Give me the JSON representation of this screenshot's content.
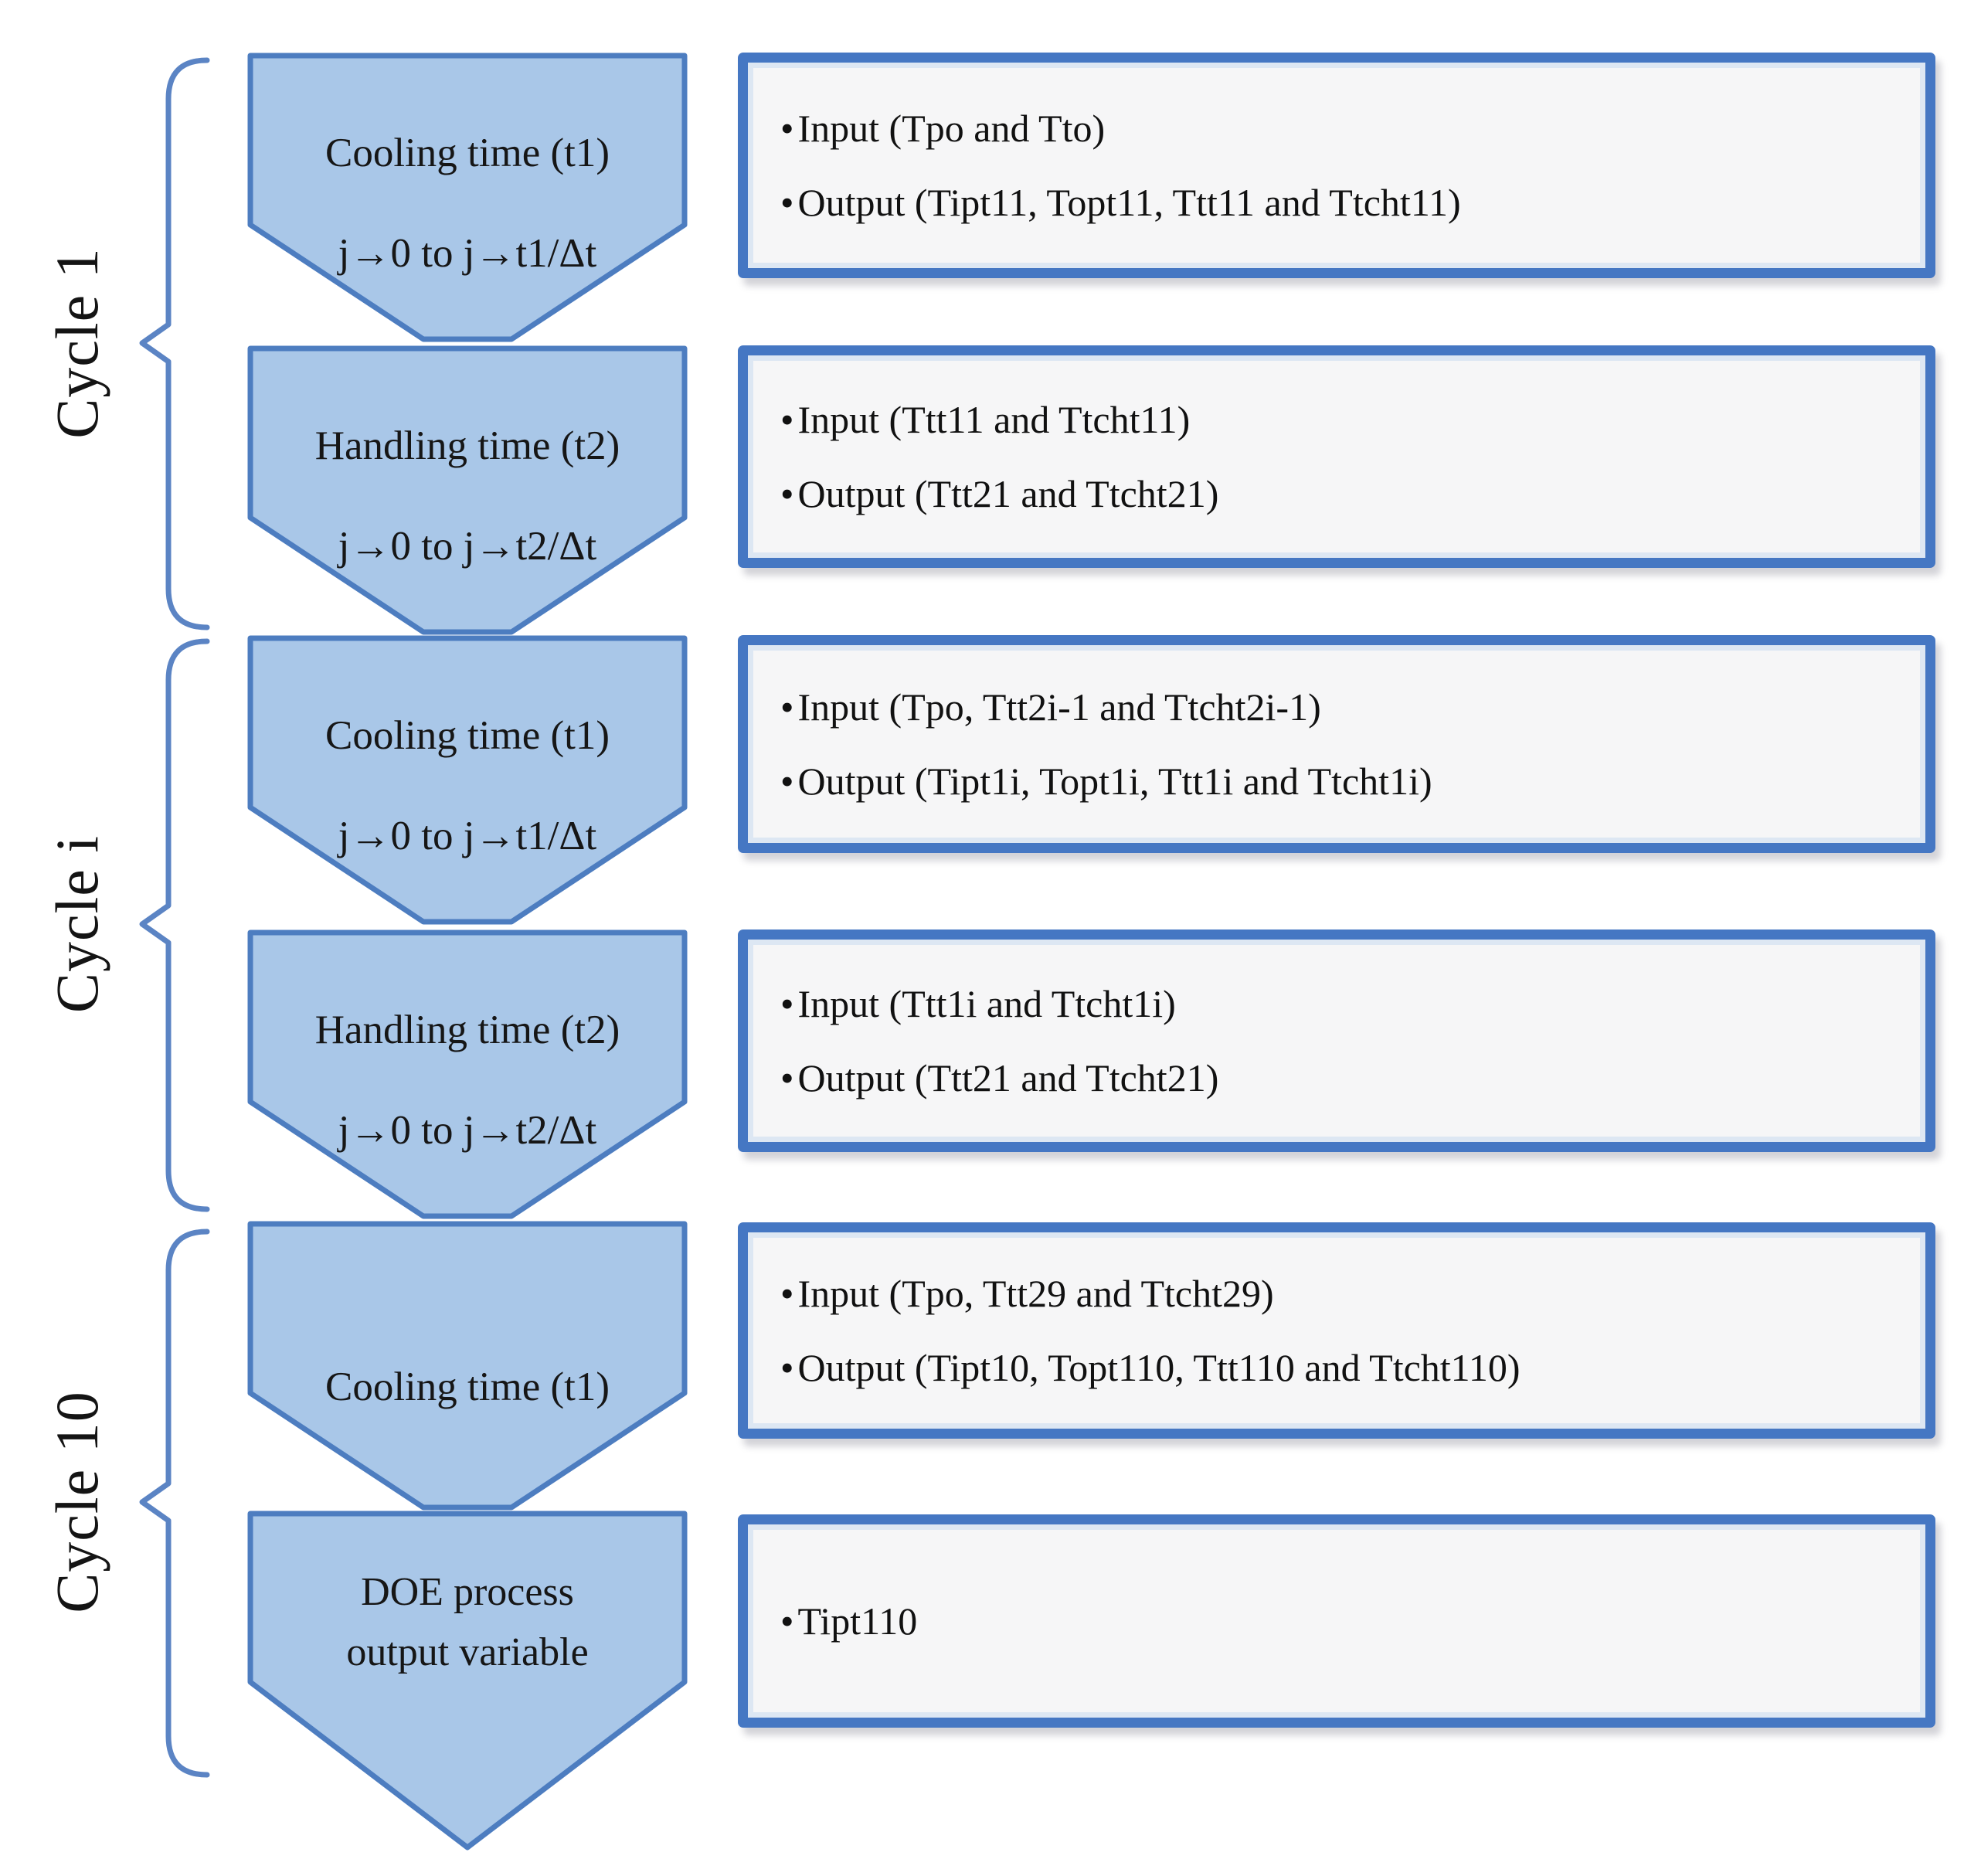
{
  "diagram": {
    "title_domain": "thermal cycle simulation flow",
    "cycles": [
      {
        "label": "Cycle 1"
      },
      {
        "label": "Cycle i"
      },
      {
        "label": "Cycle 10"
      }
    ],
    "rows": [
      {
        "arrow_line1": "Cooling time (t1)",
        "arrow_line2": "j→0 to j→t1/Δt",
        "bullets": [
          "Input (Tpo and Tto)",
          "Output (Tipt11, Topt11, Ttt11 and Ttcht11)"
        ]
      },
      {
        "arrow_line1": "Handling time (t2)",
        "arrow_line2": "j→0 to j→t2/Δt",
        "bullets": [
          "Input (Ttt11 and Ttcht11)",
          "Output (Ttt21 and Ttcht21)"
        ]
      },
      {
        "arrow_line1": "Cooling time (t1)",
        "arrow_line2": "j→0 to j→t1/Δt",
        "bullets": [
          "Input (Tpo, Ttt2i-1 and Ttcht2i-1)",
          "Output (Tipt1i, Topt1i, Ttt1i and Ttcht1i)"
        ]
      },
      {
        "arrow_line1": "Handling time (t2)",
        "arrow_line2": "j→0 to j→t2/Δt",
        "bullets": [
          "Input (Ttt1i and Ttcht1i)",
          "Output (Ttt21 and Ttcht21)"
        ]
      },
      {
        "arrow_line1": "Cooling time (t1)",
        "arrow_line2": "",
        "bullets": [
          "Input (Tpo, Ttt29 and Ttcht29)",
          "Output (Tipt10, Topt110, Ttt110 and Ttcht110)"
        ]
      },
      {
        "arrow_line1": "DOE process",
        "arrow_line2": "output variable",
        "bullets": [
          "Tipt110"
        ]
      }
    ],
    "colors": {
      "pentagon_fill": "#a9c7e8",
      "pentagon_stroke": "#4d7dc0",
      "box_border": "#4577c3",
      "box_fill": "#f6f6f7",
      "box_inner_stripe": "#dde7f3",
      "brace": "#5b84c4",
      "text": "#141414"
    }
  }
}
